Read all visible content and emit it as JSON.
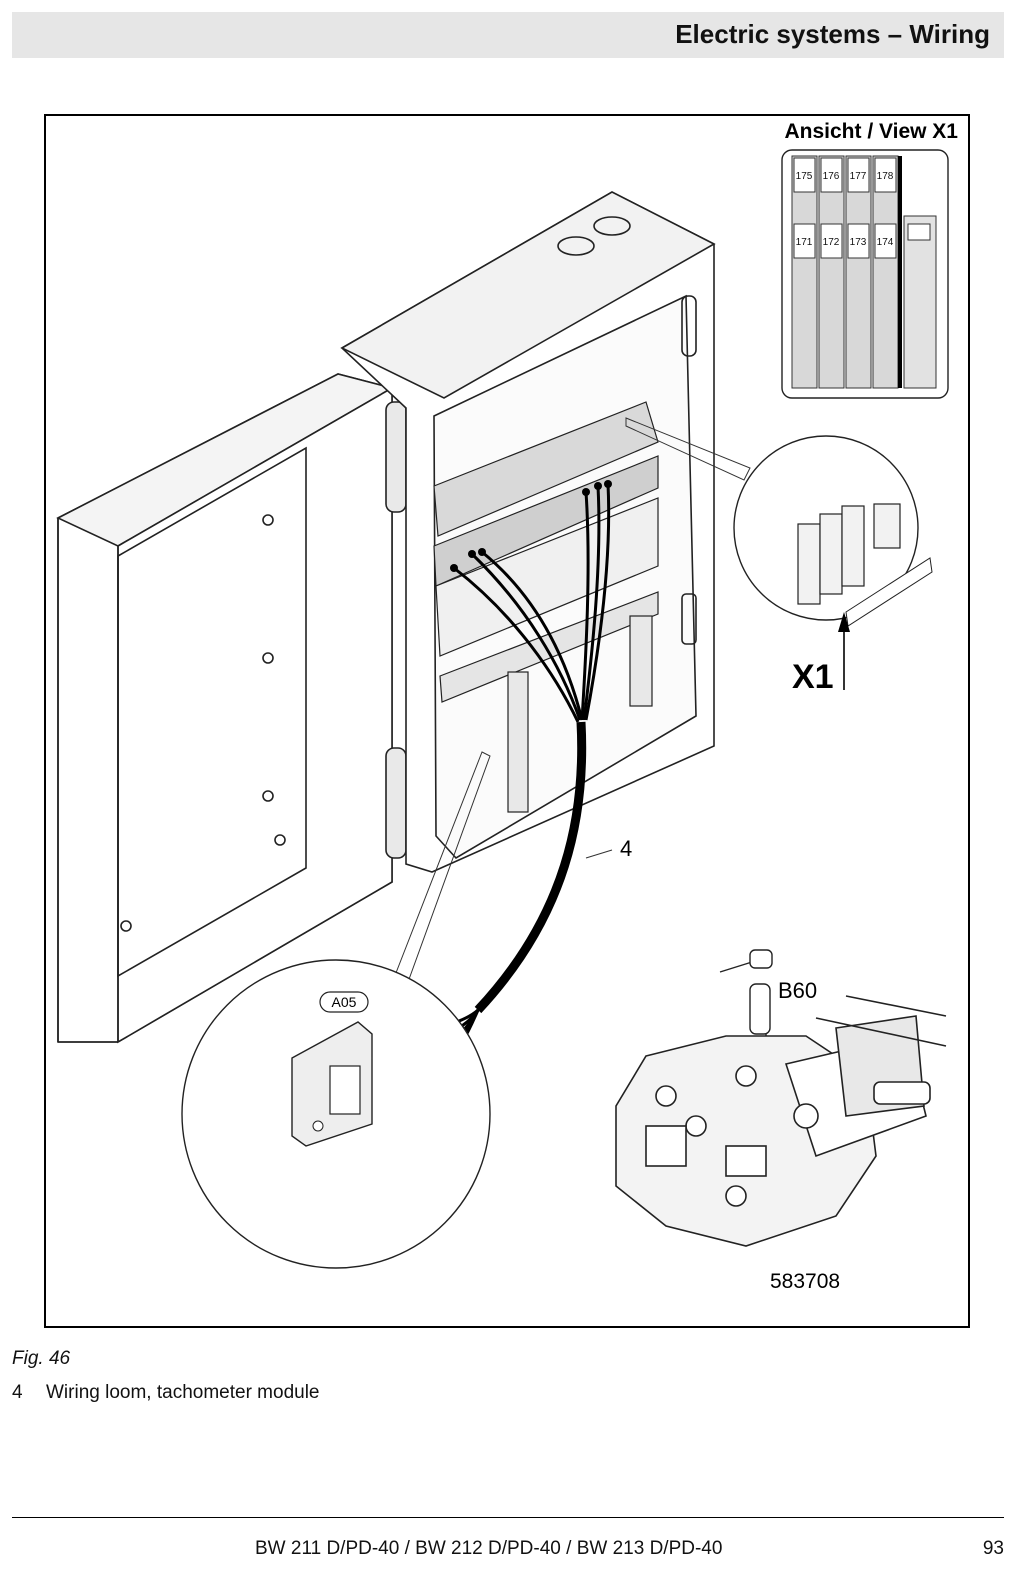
{
  "header": {
    "title": "Electric systems – Wiring"
  },
  "figure": {
    "view_label": "Ansicht / View X1",
    "terminals_top": [
      "175",
      "176",
      "177",
      "178"
    ],
    "terminals_bottom": [
      "171",
      "172",
      "173",
      "174"
    ],
    "callout_x1": "X1",
    "callout_4": "4",
    "callout_b60": "B60",
    "callout_a05": "A05",
    "drawing_number": "583708"
  },
  "caption": {
    "fig_label": "Fig.  46",
    "legend": [
      {
        "num": "4",
        "text": "Wiring loom, tachometer module"
      }
    ]
  },
  "footer": {
    "models": "BW 211 D/PD-40 / BW 212 D/PD-40 / BW 213 D/PD-40",
    "page": "93"
  }
}
